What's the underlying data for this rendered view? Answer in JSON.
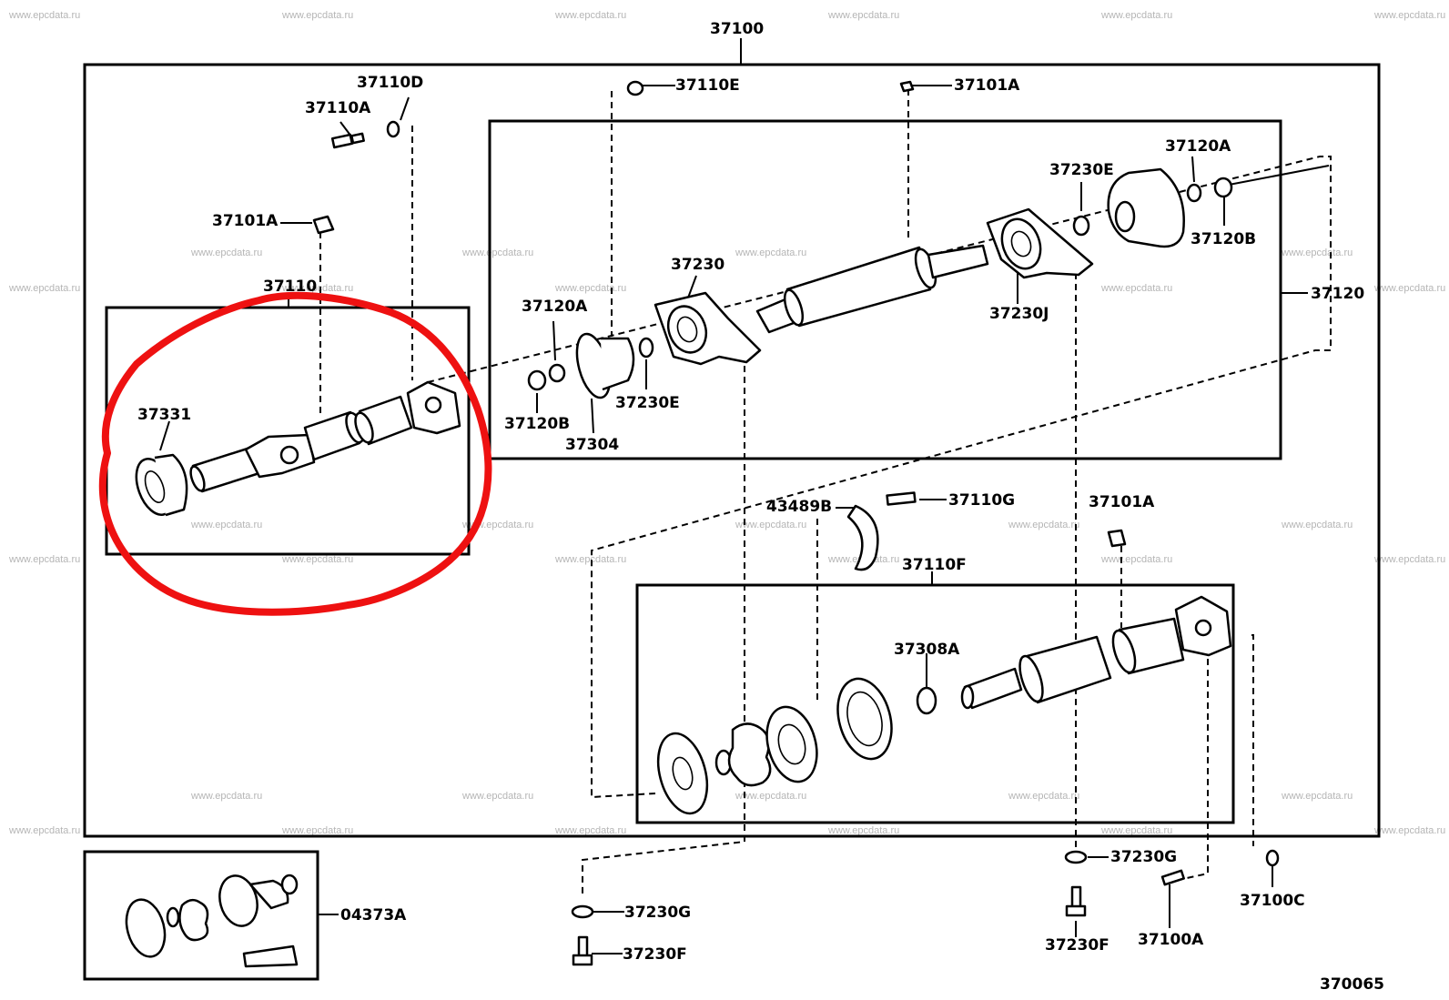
{
  "diagram": {
    "main_assembly": "37100",
    "figure_number": "370065",
    "watermark": "www.epcdata.ru",
    "highlight_color": "#ee1111",
    "labels": {
      "p37100": "37100",
      "p37110D": "37110D",
      "p37110A_top": "37110A",
      "p37110E": "37110E",
      "p37101A_top": "37101A",
      "p37101A_left": "37101A",
      "p37110": "37110",
      "p37331": "37331",
      "p37120A_right": "37120A",
      "p37230E_top": "37230E",
      "p37120B_right": "37120B",
      "p37230": "37230",
      "p37120A_left": "37120A",
      "p37230J": "37230J",
      "p37120": "37120",
      "p37120B_left": "37120B",
      "p37304": "37304",
      "p37230E_low": "37230E",
      "p43489B": "43489B",
      "p37110G": "37110G",
      "p37101A_right": "37101A",
      "p37110F": "37110F",
      "p37308A": "37308A",
      "p37230G_right": "37230G",
      "p37100C": "37100C",
      "p37230G_left": "37230G",
      "p04373A": "04373A",
      "p37230F_left": "37230F",
      "p37230F_right": "37230F",
      "p37100A": "37100A"
    }
  }
}
